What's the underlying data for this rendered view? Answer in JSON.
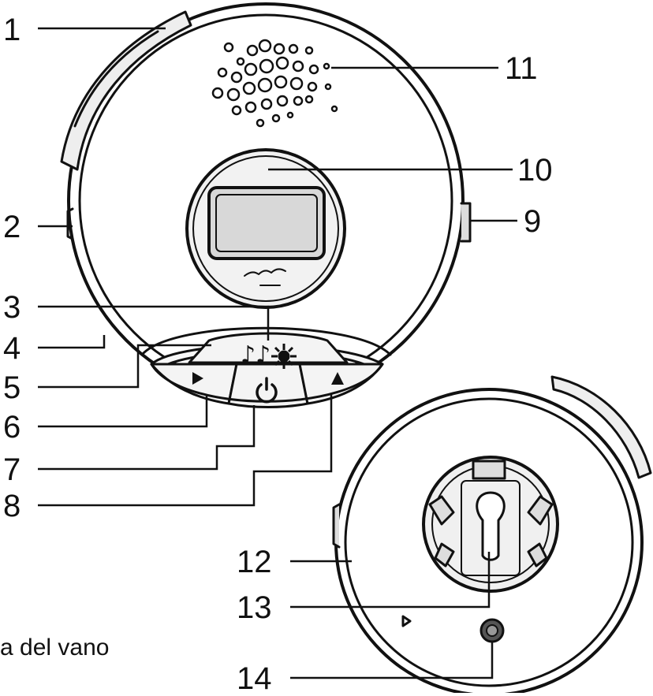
{
  "callouts": [
    {
      "id": "1",
      "label": "1"
    },
    {
      "id": "2",
      "label": "2"
    },
    {
      "id": "3",
      "label": "3"
    },
    {
      "id": "4",
      "label": "4"
    },
    {
      "id": "5",
      "label": "5"
    },
    {
      "id": "6",
      "label": "6"
    },
    {
      "id": "7",
      "label": "7"
    },
    {
      "id": "8",
      "label": "8"
    },
    {
      "id": "9",
      "label": "9"
    },
    {
      "id": "10",
      "label": "10"
    },
    {
      "id": "11",
      "label": "11"
    },
    {
      "id": "12",
      "label": "12"
    },
    {
      "id": "13",
      "label": "13"
    },
    {
      "id": "14",
      "label": "14"
    }
  ],
  "caption": "a del vano",
  "icons": {
    "music_light": "music-note-icon",
    "light": "sun-light-icon",
    "power": "power-icon",
    "prev": "triangle-left-icon",
    "next": "triangle-up-icon",
    "keyhole": "keyhole-mount-icon"
  }
}
